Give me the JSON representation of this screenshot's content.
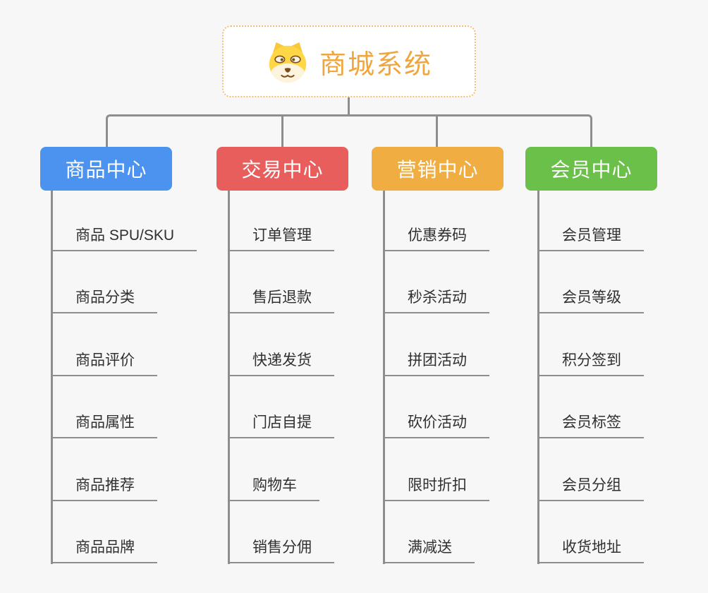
{
  "root": {
    "label": "商城系统",
    "icon": "dog-face-icon",
    "accent_color": "#f0a63e",
    "border_color": "#f2be78"
  },
  "colors": {
    "background": "#f7f7f7",
    "connector": "#8e8e8e",
    "item_text": "#303030",
    "blue": "#4c93f0",
    "red": "#e75e5c",
    "orange": "#efad42",
    "green": "#6bc04a"
  },
  "centers": [
    {
      "label": "商品中心",
      "color": "#4c93f0",
      "items": [
        "商品 SPU/SKU",
        "商品分类",
        "商品评价",
        "商品属性",
        "商品推荐",
        "商品品牌"
      ]
    },
    {
      "label": "交易中心",
      "color": "#e75e5c",
      "items": [
        "订单管理",
        "售后退款",
        "快递发货",
        "门店自提",
        "购物车",
        "销售分佣"
      ]
    },
    {
      "label": "营销中心",
      "color": "#efad42",
      "items": [
        "优惠券码",
        "秒杀活动",
        "拼团活动",
        "砍价活动",
        "限时折扣",
        "满减送"
      ]
    },
    {
      "label": "会员中心",
      "color": "#6bc04a",
      "items": [
        "会员管理",
        "会员等级",
        "积分签到",
        "会员标签",
        "会员分组",
        "收货地址"
      ]
    }
  ]
}
